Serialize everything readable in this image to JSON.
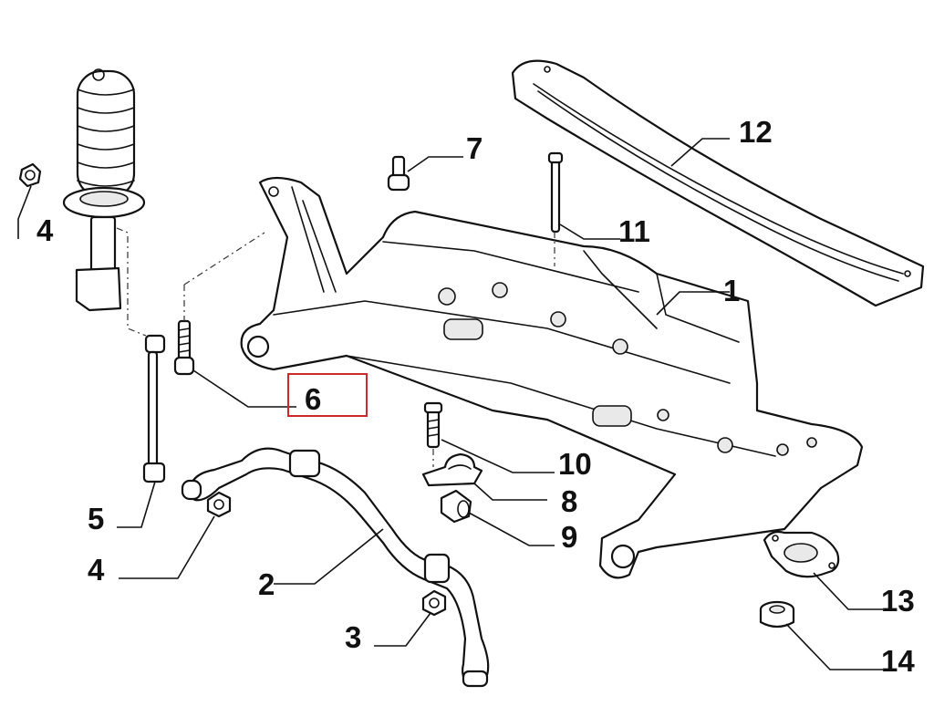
{
  "callouts": {
    "c1": "1",
    "c2": "2",
    "c3": "3",
    "c4a": "4",
    "c4b": "4",
    "c5": "5",
    "c6": "6",
    "c7": "7",
    "c8": "8",
    "c9": "9",
    "c10": "10",
    "c11": "11",
    "c12": "12",
    "c13": "13",
    "c14": "14"
  },
  "highlight": {
    "callout": "6",
    "color": "#cc2a2a"
  }
}
